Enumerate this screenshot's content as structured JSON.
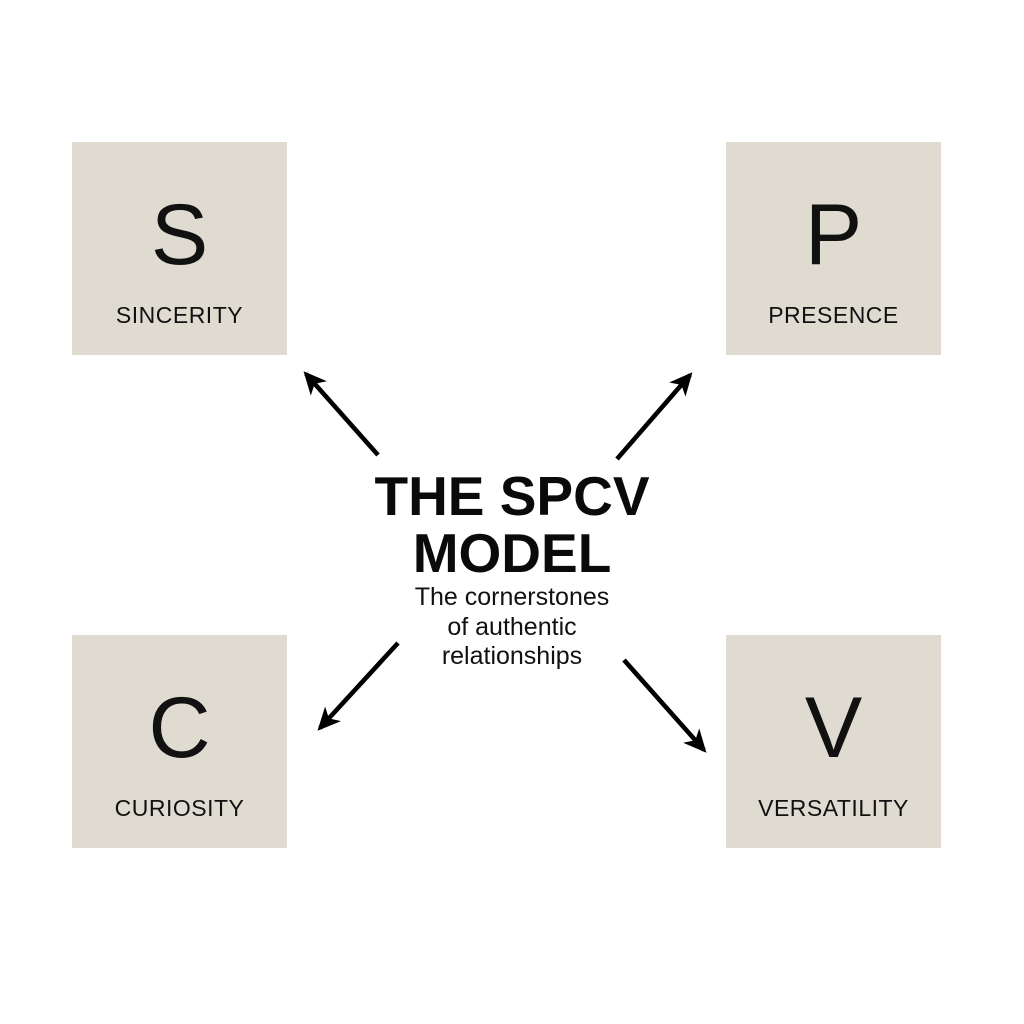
{
  "diagram": {
    "background_color": "#ffffff",
    "box_color": "#e0dbd0",
    "text_color": "#111111",
    "arrow_color": "#000000",
    "title": "THE SPCV\nMODEL",
    "subtitle": "The cornerstones\nof authentic\nrelationships",
    "pillars": [
      {
        "id": "sincerity",
        "letter": "S",
        "label": "SINCERITY",
        "position": "top-left"
      },
      {
        "id": "presence",
        "letter": "P",
        "label": "PRESENCE",
        "position": "top-right"
      },
      {
        "id": "curiosity",
        "letter": "C",
        "label": "CURIOSITY",
        "position": "bottom-left"
      },
      {
        "id": "versatility",
        "letter": "V",
        "label": "VERSATILITY",
        "position": "bottom-right"
      }
    ],
    "arrows": [
      {
        "id": "arrow-to-sincerity",
        "from": "center",
        "to": "sincerity",
        "direction": "up-left"
      },
      {
        "id": "arrow-to-presence",
        "from": "center",
        "to": "presence",
        "direction": "up-right"
      },
      {
        "id": "arrow-to-curiosity",
        "from": "center",
        "to": "curiosity",
        "direction": "down-left"
      },
      {
        "id": "arrow-to-versatility",
        "from": "center",
        "to": "versatility",
        "direction": "down-right"
      }
    ]
  }
}
